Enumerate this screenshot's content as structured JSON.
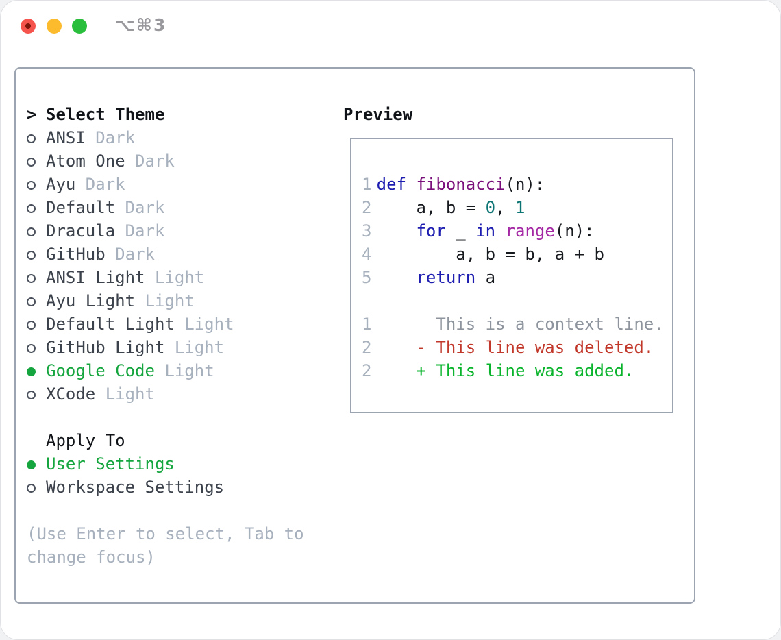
{
  "titlebar": {
    "title": "⌥⌘3"
  },
  "colors": {
    "accent_green": "#15a53e",
    "diff_added": "#09b42c",
    "diff_deleted": "#c1372a",
    "diff_context": "#8d949d",
    "code_keyword": "#1c1cb0",
    "code_function_def": "#7a0e7a",
    "code_function_call": "#a428a4",
    "code_number": "#0d7474",
    "muted_gray": "#a7b0bd",
    "panel_border": "#9ba4b0",
    "traffic_red": "#f5544d",
    "traffic_yellow": "#fbbb2c",
    "traffic_green": "#29be3b"
  },
  "picker": {
    "header": {
      "prefix": ">",
      "label": "Select Theme"
    },
    "themes": [
      {
        "name": "ANSI",
        "variant": "Dark",
        "selected": false
      },
      {
        "name": "Atom One",
        "variant": "Dark",
        "selected": false
      },
      {
        "name": "Ayu",
        "variant": "Dark",
        "selected": false
      },
      {
        "name": "Default",
        "variant": "Dark",
        "selected": false
      },
      {
        "name": "Dracula",
        "variant": "Dark",
        "selected": false
      },
      {
        "name": "GitHub",
        "variant": "Dark",
        "selected": false
      },
      {
        "name": "ANSI Light",
        "variant": "Light",
        "selected": false
      },
      {
        "name": "Ayu Light",
        "variant": "Light",
        "selected": false
      },
      {
        "name": "Default Light",
        "variant": "Light",
        "selected": false
      },
      {
        "name": "GitHub Light",
        "variant": "Light",
        "selected": false
      },
      {
        "name": "Google Code",
        "variant": "Light",
        "selected": true
      },
      {
        "name": "XCode",
        "variant": "Light",
        "selected": false
      }
    ],
    "apply": {
      "label": "Apply To",
      "options": [
        {
          "name": "User Settings",
          "selected": true
        },
        {
          "name": "Workspace Settings",
          "selected": false
        }
      ]
    },
    "hint": "(Use Enter to select, Tab to change focus)"
  },
  "preview": {
    "label": "Preview",
    "code": [
      {
        "num": "1",
        "segments": [
          {
            "t": "def ",
            "c": "kw"
          },
          {
            "t": "fibonacci",
            "c": "fn-def"
          },
          {
            "t": "(n):",
            "c": "pl"
          }
        ]
      },
      {
        "num": "2",
        "segments": [
          {
            "t": "    a, b = ",
            "c": "pl"
          },
          {
            "t": "0",
            "c": "numlit"
          },
          {
            "t": ", ",
            "c": "pl"
          },
          {
            "t": "1",
            "c": "numlit"
          }
        ]
      },
      {
        "num": "3",
        "segments": [
          {
            "t": "    ",
            "c": "pl"
          },
          {
            "t": "for",
            "c": "kw"
          },
          {
            "t": " _ ",
            "c": "pl"
          },
          {
            "t": "in",
            "c": "kw"
          },
          {
            "t": " ",
            "c": "pl"
          },
          {
            "t": "range",
            "c": "fn-call"
          },
          {
            "t": "(n):",
            "c": "pl"
          }
        ]
      },
      {
        "num": "4",
        "segments": [
          {
            "t": "        a, b = b, a + b",
            "c": "pl"
          }
        ]
      },
      {
        "num": "5",
        "segments": [
          {
            "t": "    ",
            "c": "pl"
          },
          {
            "t": "return",
            "c": "kw"
          },
          {
            "t": " a",
            "c": "pl"
          }
        ]
      }
    ],
    "diff": [
      {
        "num": "1",
        "text": "      This is a context line.",
        "type": "context"
      },
      {
        "num": "2",
        "text": "    - This line was deleted.",
        "type": "deleted"
      },
      {
        "num": "2",
        "text": "    + This line was added.",
        "type": "added"
      }
    ]
  }
}
